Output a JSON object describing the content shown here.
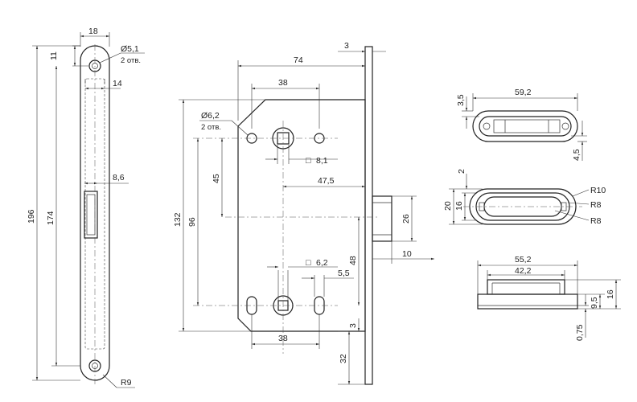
{
  "strike_plate": {
    "width": "18",
    "hole": "Ø5,1",
    "hole_count": "2 отв.",
    "hole_offset": "11",
    "inner_width": "14",
    "slot_width": "8,6",
    "height": "196",
    "hole_spacing": "174",
    "radius": "R9"
  },
  "lock_body": {
    "depth": "74",
    "plate_thickness": "3",
    "hole_to_spindle": "38",
    "hole": "Ø6,2",
    "hole_count": "2 отв.",
    "spindle_square": "8,1",
    "backset_latch": "47,5",
    "offset_45": "45",
    "spacing_96": "96",
    "height": "132",
    "latch_height": "26",
    "latch_projection": "10",
    "lower_square": "6,2",
    "lower_offset": "5,5",
    "lower_48": "48",
    "lower_3": "3",
    "lower_38": "38",
    "bottom_32": "32",
    "square_symbol": "□"
  },
  "keeper_top": {
    "length": "59,2",
    "h_top": "3,5",
    "h_bottom": "4,5"
  },
  "keeper_middle": {
    "r_outer": "R10",
    "r_inner1": "R8",
    "r_inner2": "R8",
    "width": "20",
    "inner": "16",
    "offset": "2"
  },
  "keeper_side": {
    "outer": "55,2",
    "inner": "42,2",
    "h_16": "16",
    "h_9_5": "9,5",
    "h_0_75": "0,75"
  }
}
